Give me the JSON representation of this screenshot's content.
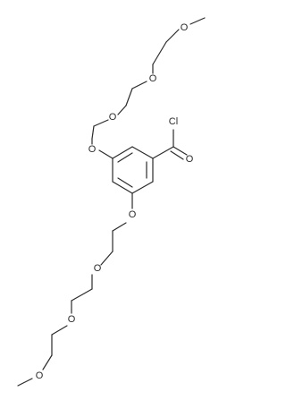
{
  "molecule": {
    "atom_labels": {
      "o_methoxy_top": "O",
      "o_ether_top_1": "O",
      "o_ether_top_2": "O",
      "o_aryl_top": "O",
      "chlorine": "Cl",
      "o_carbonyl": "O",
      "o_aryl_bottom": "O",
      "o_ether_bottom_1": "O",
      "o_ether_bottom_2": "O",
      "o_methoxy_bottom": "O"
    },
    "colors": {
      "bond": "#2b2b2b",
      "label": "#2b2b2b",
      "background": "#ffffff"
    }
  }
}
